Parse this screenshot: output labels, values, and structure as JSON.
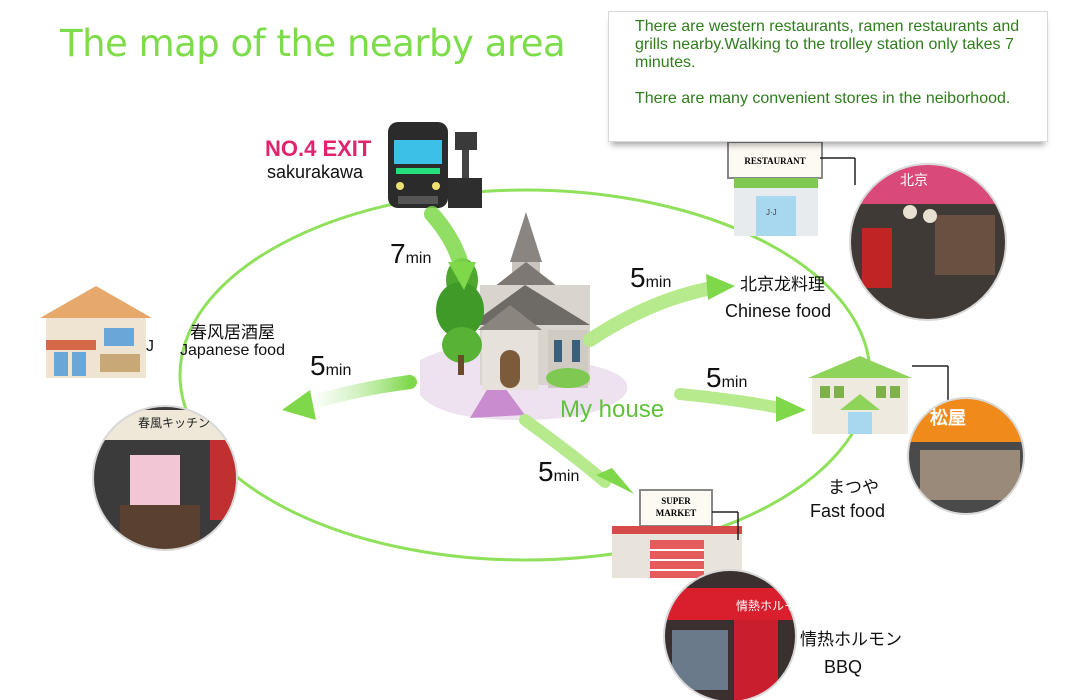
{
  "title": "The map of the nearby area",
  "note": {
    "paragraph_1": "There are western restaurants, ramen restaurants and grills nearby.Walking to the trolley station only takes 7 minutes.",
    "paragraph_2": "There are many convenient stores in the neiborhood."
  },
  "station": {
    "exit_label": "NO.4 EXIT",
    "name": "sakurakawa"
  },
  "home": {
    "label": "My house"
  },
  "destinations": {
    "japanese": {
      "name_jp": "春风居酒屋",
      "mark": "J",
      "category": "Japanese food",
      "minutes": "5",
      "unit": "min",
      "sign": "春風キッチン"
    },
    "chinese": {
      "name_jp": "北京龙料理",
      "category": "Chinese food",
      "minutes": "5",
      "unit": "min",
      "sign": "北京"
    },
    "fastfood": {
      "name_jp": "まつや",
      "category": "Fast food",
      "minutes": "5",
      "unit": "min",
      "sign": "松屋"
    },
    "bbq": {
      "name_jp": "情热ホルモン",
      "category": "BBQ",
      "minutes": "5",
      "unit": "min",
      "sign": "情熱ホルモン"
    }
  },
  "walk_to_station": {
    "minutes": "7",
    "unit": "min"
  },
  "building_signs": {
    "restaurant": "RESTAURANT",
    "restaurant_door": "J·J",
    "supermarket_1": "SUPER",
    "supermarket_2": "MARKET"
  },
  "colors": {
    "title": "#7ddc4a",
    "route": "#8fe05a",
    "exit": "#e0246e",
    "note_text": "#2f7d1c"
  },
  "icons": [
    "train-icon",
    "ticket-gate-icon",
    "church-icon",
    "restaurant-building-icon",
    "house-icon",
    "school-building-icon",
    "supermarket-icon"
  ]
}
